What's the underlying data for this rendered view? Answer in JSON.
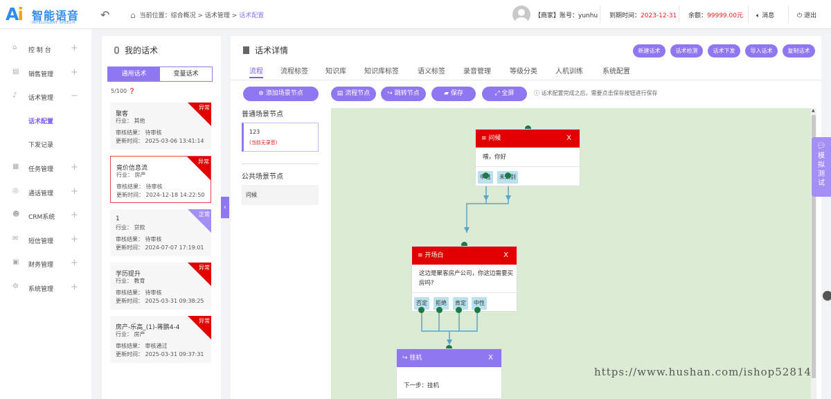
{
  "logo": {
    "prefix": "A",
    "i": "i",
    "name": "智能语音",
    "sub": "INTELLIGENT SPEECH"
  },
  "header": {
    "breadcrumb": {
      "label": "当前位置：",
      "items": [
        "综合概况",
        "话术管理",
        "话术配置"
      ],
      "sep": " > "
    },
    "account_label": "【商家】账号：yunhu",
    "expire_label": "到期时间：",
    "expire_value": "2023-12-31",
    "balance_label": "余额：",
    "balance_value": "99999.00元",
    "messages": "消息",
    "logout": "退出"
  },
  "sidebar": {
    "items": [
      {
        "label": "控 制 台",
        "icon": "home-icon",
        "toggle": "+"
      },
      {
        "label": "销售管理",
        "icon": "sales-icon",
        "toggle": "+"
      },
      {
        "label": "话术管理",
        "icon": "mic-icon",
        "toggle": "−"
      },
      {
        "label": "话术配置",
        "sub": true,
        "active": true
      },
      {
        "label": "下发记录",
        "sub": true
      },
      {
        "label": "任务管理",
        "icon": "task-icon",
        "toggle": "+"
      },
      {
        "label": "通话管理",
        "icon": "call-icon",
        "toggle": "+"
      },
      {
        "label": "CRM系统",
        "icon": "user-icon",
        "toggle": "+"
      },
      {
        "label": "短信管理",
        "icon": "mail-icon",
        "toggle": "+"
      },
      {
        "label": "财务管理",
        "icon": "finance-icon",
        "toggle": "+"
      },
      {
        "label": "系统管理",
        "icon": "gear-icon",
        "toggle": "+"
      }
    ]
  },
  "scripts_panel": {
    "title": "我的话术",
    "tabs": [
      "通用话术",
      "变量话术"
    ],
    "count": "5/100",
    "cards": [
      {
        "title": "聚客",
        "industry": "行业：   其他",
        "audit": "审核结果：  待审核",
        "updated": "更新时间：  2025-03-06 13:41:14",
        "status": "异常"
      },
      {
        "title": "竟价信息流",
        "industry": "行业：   房产",
        "audit": "审核结果：  待审核",
        "updated": "更新时间：  2024-12-18 14:22:50",
        "status": "异常"
      },
      {
        "title": "1",
        "industry": "行业：   贷款",
        "audit": "审核结果：  待审核",
        "updated": "更新时间：  2024-07-07 17:19:01",
        "status": "正常"
      },
      {
        "title": "学历提升",
        "industry": "行业：   教育",
        "audit": "审核结果：  待审核",
        "updated": "更新时间：  2025-03-31 09:38:25",
        "status": "异常"
      },
      {
        "title": "房产-乐高_(1)-蒋鹏4-4",
        "industry": "行业：   房产",
        "audit": "审核结果：  审核通过",
        "updated": "更新时间：  2025-03-31 09:37:31",
        "status": "异常"
      }
    ]
  },
  "detail": {
    "title": "话术详情",
    "top_buttons": [
      "新建话术",
      "话术检测",
      "话术下发",
      "导入话术",
      "复制话术"
    ],
    "tabs": [
      "流程",
      "流程标签",
      "知识库",
      "知识库标签",
      "语义标签",
      "录音管理",
      "等级分类",
      "人机训练",
      "系统配置"
    ],
    "add_scene_button": "添加场景节点",
    "flow_node_button": "流程节点",
    "jump_node_button": "跳转节点",
    "save_button": "保存",
    "fullscreen_button": "全屏",
    "hint": "话术配置完成之后，需要点击保存按钮进行保存",
    "normal_section": "普通场景节点",
    "normal_node": {
      "name": "123",
      "note": "(当前无录音)"
    },
    "public_section": "公共场景节点",
    "public_node": "问候"
  },
  "flow": {
    "nodes": [
      {
        "title": "问候",
        "body": "喂，你好",
        "tags": [
          "中性",
          "未识别"
        ],
        "close": "X"
      },
      {
        "title": "开场白",
        "body": "这边是聚客房产公司，你这边需要买房吗?",
        "tags": [
          "否定",
          "拒绝",
          "肯定",
          "中性"
        ],
        "close": "X"
      },
      {
        "title": "挂机",
        "body": "下一步：挂机",
        "tags": [],
        "close": "X"
      }
    ],
    "colors": {
      "header_red": "#e00000",
      "header_purple": "#8e77f0",
      "tag": "#b9e2ee",
      "line": "#5ba3c7",
      "dot": "#1d7a48"
    }
  },
  "watermark": "https://www.hushan.com/ishop52814",
  "sim_button": [
    "模",
    "拟",
    "测",
    "试"
  ],
  "theme": {
    "accent": "#8e77f0",
    "danger": "#e00000",
    "brand_blue": "#2d8cf0",
    "brand_orange": "#f7a11a"
  }
}
